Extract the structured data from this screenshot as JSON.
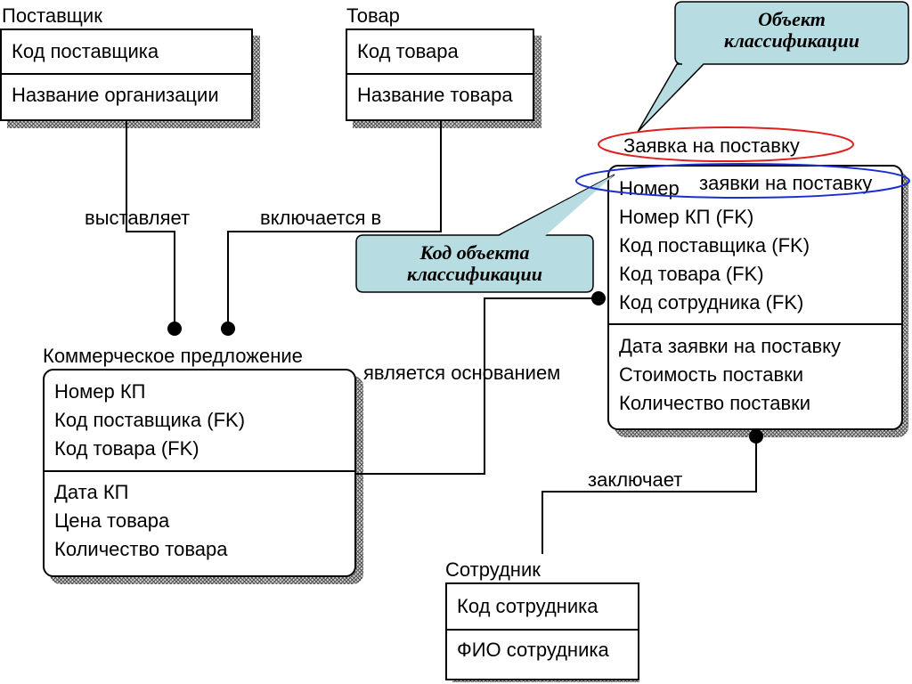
{
  "entities": {
    "supplier": {
      "title": "Поставщик",
      "key": [
        "Код поставщика"
      ],
      "attrs": [
        "Название организации"
      ]
    },
    "product": {
      "title": "Товар",
      "key": [
        "Код товара"
      ],
      "attrs": [
        "Название товара"
      ]
    },
    "offer": {
      "title": "Коммерческое предложение",
      "key": [
        "Номер КП",
        "Код поставщика (FK)",
        "Код товара (FK)"
      ],
      "attrs": [
        "Дата КП",
        "Цена товара",
        "Количество товара"
      ]
    },
    "request": {
      "title": "Заявка на поставку",
      "key_first_a": "Номер",
      "key_first_b": "заявки на поставку",
      "key": [
        "Номер КП (FK)",
        "Код поставщика (FK)",
        "Код товара (FK)",
        "Код сотрудника (FK)"
      ],
      "attrs": [
        "Дата заявки на поставку",
        "Стоимость поставки",
        "Количество поставки"
      ]
    },
    "employee": {
      "title": "Сотрудник",
      "key": [
        "Код сотрудника"
      ],
      "attrs": [
        "ФИО сотрудника"
      ]
    }
  },
  "relationships": {
    "supplier_offer": "выставляет",
    "product_offer": "включается в",
    "offer_request": "является основанием",
    "employee_request": "заключает"
  },
  "callouts": {
    "object_line1": "Объект",
    "object_line2": "классификации",
    "code_line1": "Код объекта",
    "code_line2": "классификации"
  },
  "colors": {
    "callout_fill": "#b7dde3",
    "highlight_title": "#e02020",
    "highlight_key": "#1a2fd0"
  }
}
